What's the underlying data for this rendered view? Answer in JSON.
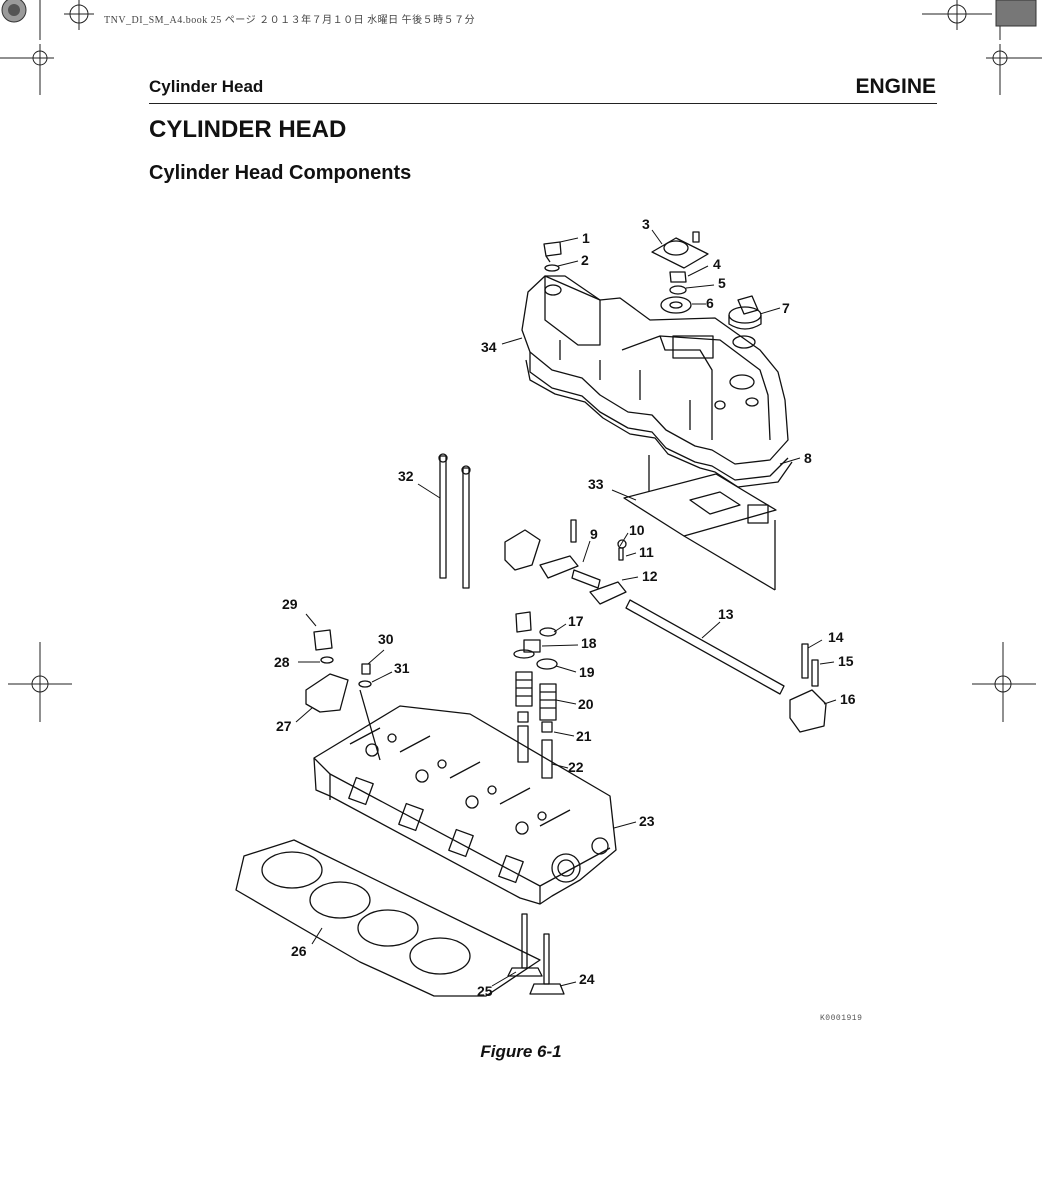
{
  "print_info": "TNV_DI_SM_A4.book  25 ページ  ２０１３年７月１０日  水曜日  午後５時５７分",
  "header": {
    "section": "Cylinder Head",
    "chapter": "ENGINE"
  },
  "title": "CYLINDER HEAD",
  "subtitle": "Cylinder Head Components",
  "figure": {
    "id": "K0001919",
    "caption": "Figure 6-1",
    "callouts": [
      "1",
      "2",
      "3",
      "4",
      "5",
      "6",
      "7",
      "8",
      "9",
      "10",
      "11",
      "12",
      "13",
      "14",
      "15",
      "16",
      "17",
      "18",
      "19",
      "20",
      "21",
      "22",
      "23",
      "24",
      "25",
      "26",
      "27",
      "28",
      "29",
      "30",
      "31",
      "32",
      "33",
      "34"
    ]
  }
}
